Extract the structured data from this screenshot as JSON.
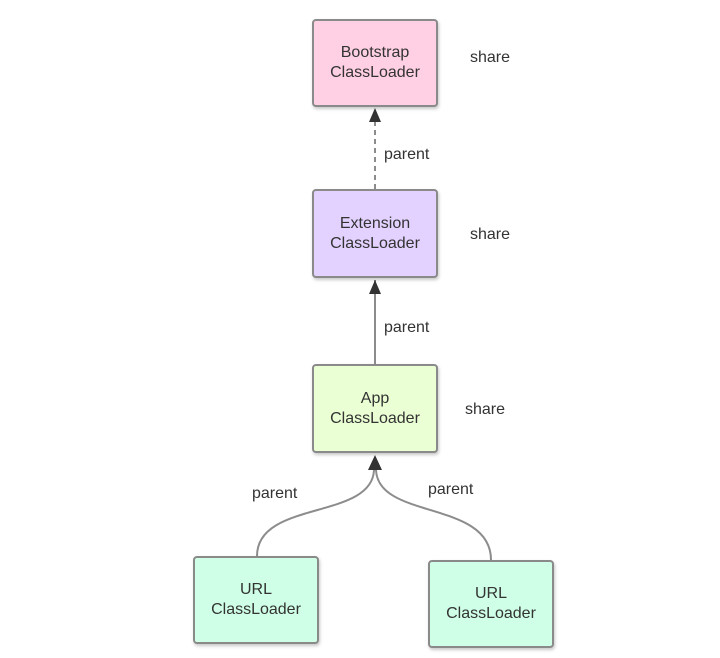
{
  "nodes": {
    "bootstrap": {
      "line1": "Bootstrap",
      "line2": "ClassLoader",
      "color": "#ffd0e3"
    },
    "extension": {
      "line1": "Extension",
      "line2": "ClassLoader",
      "color": "#e3d2ff"
    },
    "app": {
      "line1": "App",
      "line2": "ClassLoader",
      "color": "#eaffd3"
    },
    "url_1": {
      "line1": "URL",
      "line2": "ClassLoader",
      "color": "#cfffe6"
    },
    "url_2": {
      "line1": "URL",
      "line2": "ClassLoader",
      "color": "#cfffe6"
    }
  },
  "share_labels": {
    "bootstrap": "share",
    "extension": "share",
    "app": "share"
  },
  "edge_labels": {
    "extension_to_bootstrap": "parent",
    "app_to_extension": "parent",
    "url1_to_app": "parent",
    "url2_to_app": "parent"
  },
  "colors": {
    "edge": "#8c8c8c",
    "arrowhead": "#333333",
    "border": "#8a8a8a"
  }
}
